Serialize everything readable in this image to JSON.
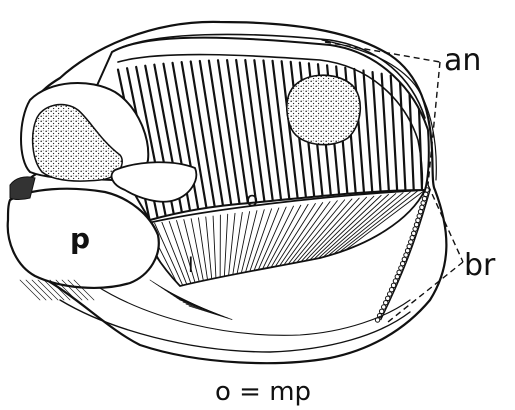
{
  "labels": {
    "an": "an",
    "br": "br",
    "p": "p",
    "l": "l",
    "o": "o",
    "caption": "o = mp"
  },
  "colors": {
    "ink": "#111111",
    "background": "#ffffff",
    "stipple": "#222222"
  }
}
